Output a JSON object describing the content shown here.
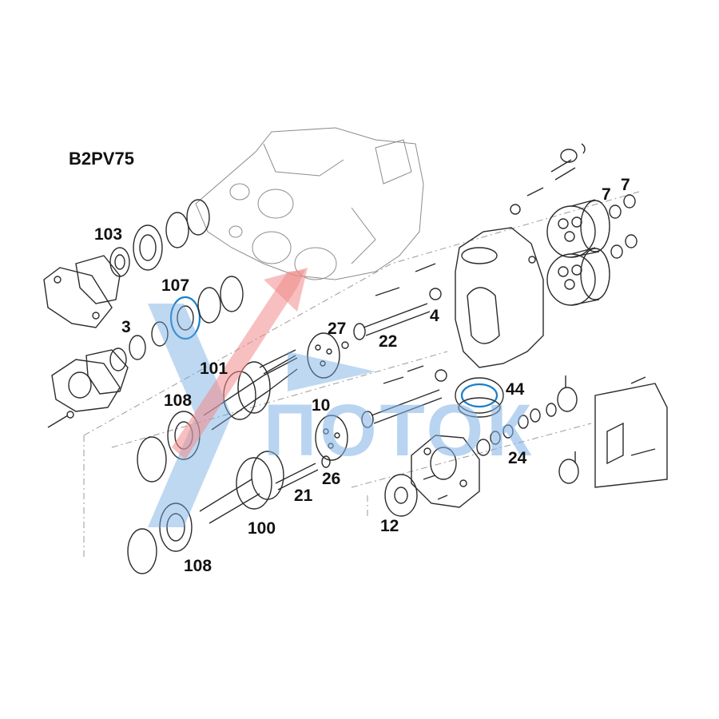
{
  "diagram": {
    "model_label": "B2PV75",
    "callouts": [
      {
        "id": "c103",
        "text": "103"
      },
      {
        "id": "c107",
        "text": "107"
      },
      {
        "id": "c3",
        "text": "3"
      },
      {
        "id": "c101",
        "text": "101"
      },
      {
        "id": "c108a",
        "text": "108"
      },
      {
        "id": "c27",
        "text": "27"
      },
      {
        "id": "c22",
        "text": "22"
      },
      {
        "id": "c4",
        "text": "4"
      },
      {
        "id": "c7a",
        "text": "7"
      },
      {
        "id": "c7b",
        "text": "7"
      },
      {
        "id": "c44",
        "text": "44"
      },
      {
        "id": "c10",
        "text": "10"
      },
      {
        "id": "c24",
        "text": "24"
      },
      {
        "id": "c26",
        "text": "26"
      },
      {
        "id": "c21",
        "text": "21"
      },
      {
        "id": "c12",
        "text": "12"
      },
      {
        "id": "c100",
        "text": "100"
      },
      {
        "id": "c108b",
        "text": "108"
      }
    ],
    "watermark": {
      "text": "ПОТОК",
      "color_blue": "#6fa8e0",
      "color_red": "#f08a8a"
    },
    "highlight_color": "#1a7fc9"
  }
}
